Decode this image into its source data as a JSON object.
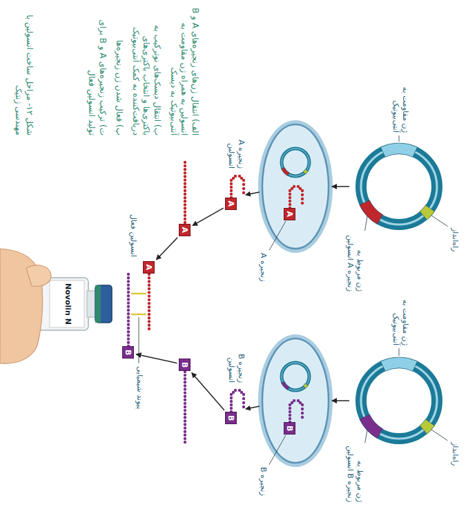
{
  "diagram": {
    "caption": "شکل ۱۲- مراحل ساخت انسولین با مهندسی ژنتیک",
    "nodes": [
      {
        "text": [
          "A"
        ]
      },
      {
        "text": [
          "A"
        ]
      },
      {
        "text": [
          "A"
        ]
      },
      {
        "text": [
          "A"
        ]
      },
      {
        "text": [
          "B"
        ]
      },
      {
        "text": [
          "B"
        ]
      },
      {
        "text": [
          "B"
        ]
      },
      {
        "text": [
          "B"
        ]
      }
    ],
    "edges": [
      {
        "from": 1,
        "to": 2,
        "arrow": "to"
      },
      {
        "from": 2,
        "to": 3,
        "arrow": "to"
      },
      {
        "from": 5,
        "to": 6,
        "arrow": "to"
      },
      {
        "from": 6,
        "to": 7,
        "arrow": "to"
      }
    ],
    "labels": [
      "الف) انتقال ژن‌های زنجیره‌های A و B انسولین به همراه ژن مقاومت به آنتی‌بیوتیک به دیسک",
      "ب) انتقال دیسک‌های نوترکیب به باکتری‌ها و انتخاب باکتری‌های دریافت‌کننده به کمک آنتی‌بیوتیک",
      "پ) فعال شدن ژن زنجیره‌ها",
      "ت) ترکیب زنجیره‌های A و B برای تولید انسولین فعال",
      "راه‌انداز",
      "ژن مقاومت به آنتی‌بیوتیک",
      "ژن مربوط به زنجیره A انسولین",
      "راه‌انداز",
      "ژن مقاومت به آنتی‌بیوتیک",
      "ژن مربوط به زنجیره B انسولین",
      "زنجیره A",
      "زنجیره B",
      "زنجیره A انسولین",
      "زنجیره B انسولین",
      "پیوند شیمیایی",
      "انسولین فعال",
      "Novolin N"
    ]
  }
}
